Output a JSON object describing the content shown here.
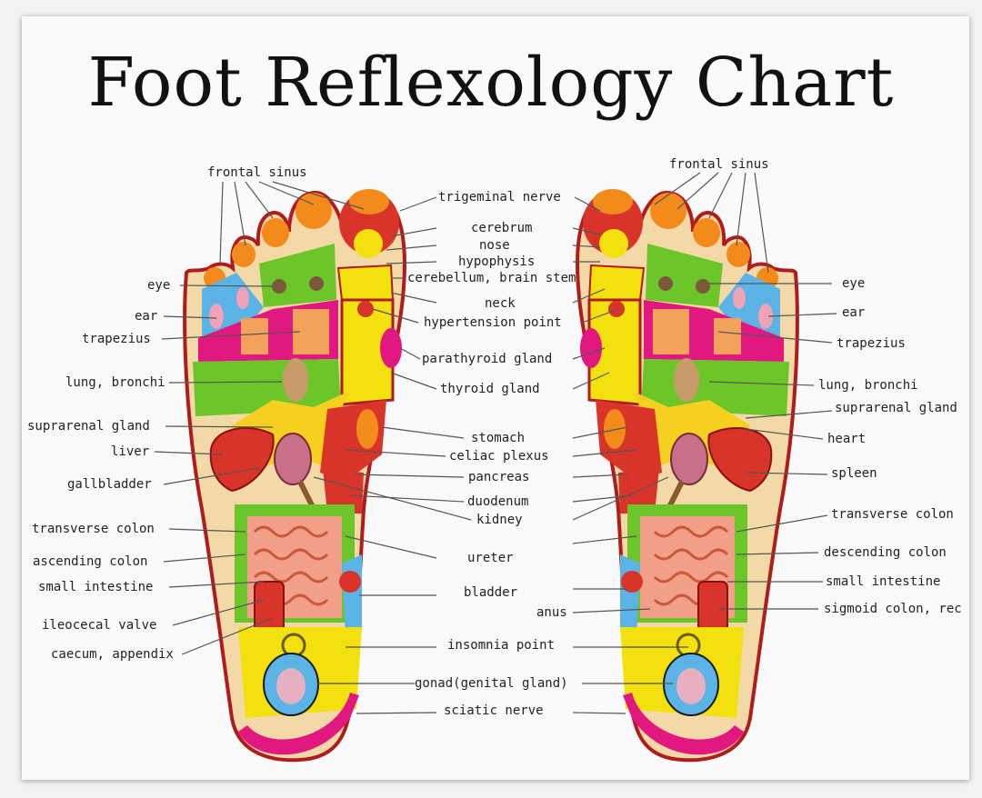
{
  "title": "Foot Reflexology Chart",
  "colors": {
    "skin": "#f3d9a8",
    "outline": "#b01c1c",
    "green": "#6cc62a",
    "yellow": "#f2e10f",
    "red": "#d9342a",
    "magenta": "#e0187f",
    "blue": "#5cb3e6",
    "orange": "#f28a1c"
  },
  "left_foot": {
    "labels": {
      "frontal_sinus": "frontal sinus",
      "eye": "eye",
      "ear": "ear",
      "trapezius": "trapezius",
      "lung": "lung, bronchi",
      "suprarenal": "suprarenal gland",
      "liver": "liver",
      "gallbladder": "gallbladder",
      "transverse": "transverse colon",
      "ascending": "ascending colon",
      "small_intestine": "small intestine",
      "ileocecal": "ileocecal valve",
      "caecum": "caecum, appendix"
    }
  },
  "center": {
    "labels": {
      "trigeminal": "trigeminal nerve",
      "cerebrum": "cerebrum",
      "nose": "nose",
      "hypophysis": "hypophysis",
      "cerebellum": "cerebellum, brain stem",
      "neck": "neck",
      "hypertension": "hypertension point",
      "parathyroid": "parathyroid gland",
      "thyroid": "thyroid gland",
      "stomach": "stomach",
      "celiac": "celiac plexus",
      "pancreas": "pancreas",
      "duodenum": "duodenum",
      "kidney": "kidney",
      "ureter": "ureter",
      "bladder": "bladder",
      "anus": "anus",
      "insomnia": "insomnia point",
      "gonad": "gonad(genital gland)",
      "sciatic": "sciatic nerve"
    }
  },
  "right_foot": {
    "labels": {
      "frontal_sinus": "frontal sinus",
      "eye": "eye",
      "ear": "ear",
      "trapezius": "trapezius",
      "lung": "lung, bronchi",
      "suprarenal": "suprarenal gland",
      "heart": "heart",
      "spleen": "spleen",
      "transverse": "transverse colon",
      "descending": "descending colon",
      "small_intestine": "small intestine",
      "sigmoid": "sigmoid colon, rec"
    }
  }
}
